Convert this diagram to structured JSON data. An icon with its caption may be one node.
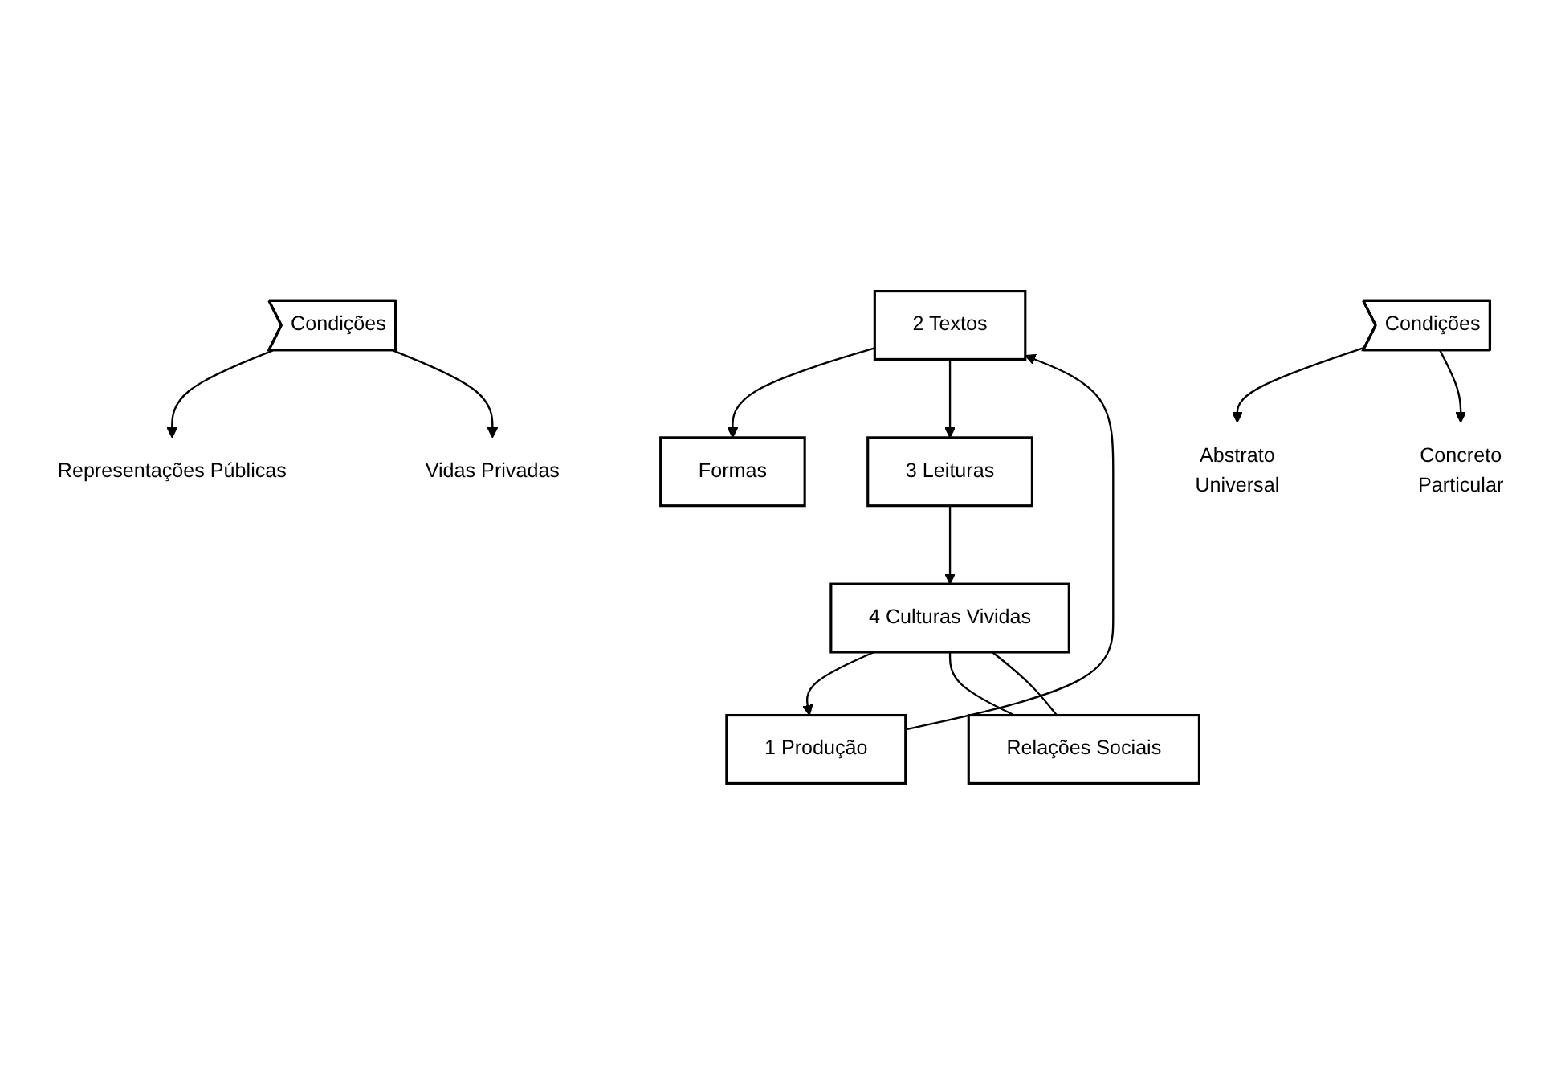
{
  "diagram": {
    "nodes": [
      {
        "text": [
          "Representações Públicas"
        ]
      },
      {
        "text": [
          "Formas"
        ]
      },
      {
        "text": [
          "Abstrato",
          "Universal"
        ]
      },
      {
        "text": [
          "2 Textos"
        ]
      },
      {
        "text": [
          "Condições"
        ]
      },
      {
        "text": [
          "1 Produção"
        ]
      },
      {
        "text": [
          "3 Leituras"
        ]
      },
      {
        "text": [
          "Condições"
        ]
      },
      {
        "text": [
          "4 Culturas Vividas"
        ]
      },
      {
        "text": [
          "Vidas Privadas"
        ]
      },
      {
        "text": [
          "Concreto",
          "Particular"
        ]
      },
      {
        "text": [
          "Relações Sociais"
        ]
      }
    ],
    "edges": [
      {
        "from": 4,
        "to": 0,
        "arrow": "to"
      },
      {
        "from": 3,
        "to": 1,
        "arrow": "to"
      },
      {
        "from": 7,
        "to": 2,
        "arrow": "to"
      },
      {
        "from": 5,
        "to": 3,
        "arrow": "to"
      },
      {
        "from": 3,
        "to": 6,
        "arrow": "to"
      },
      {
        "from": 6,
        "to": 8,
        "arrow": "to"
      },
      {
        "from": 8,
        "to": 5,
        "arrow": "to"
      },
      {
        "from": 4,
        "to": 9,
        "arrow": "to"
      },
      {
        "from": 7,
        "to": 10,
        "arrow": "to"
      },
      {
        "from": 8,
        "to": 11,
        "arrow": "none"
      },
      {
        "from": 8,
        "to": 11,
        "arrow": "none"
      }
    ]
  }
}
